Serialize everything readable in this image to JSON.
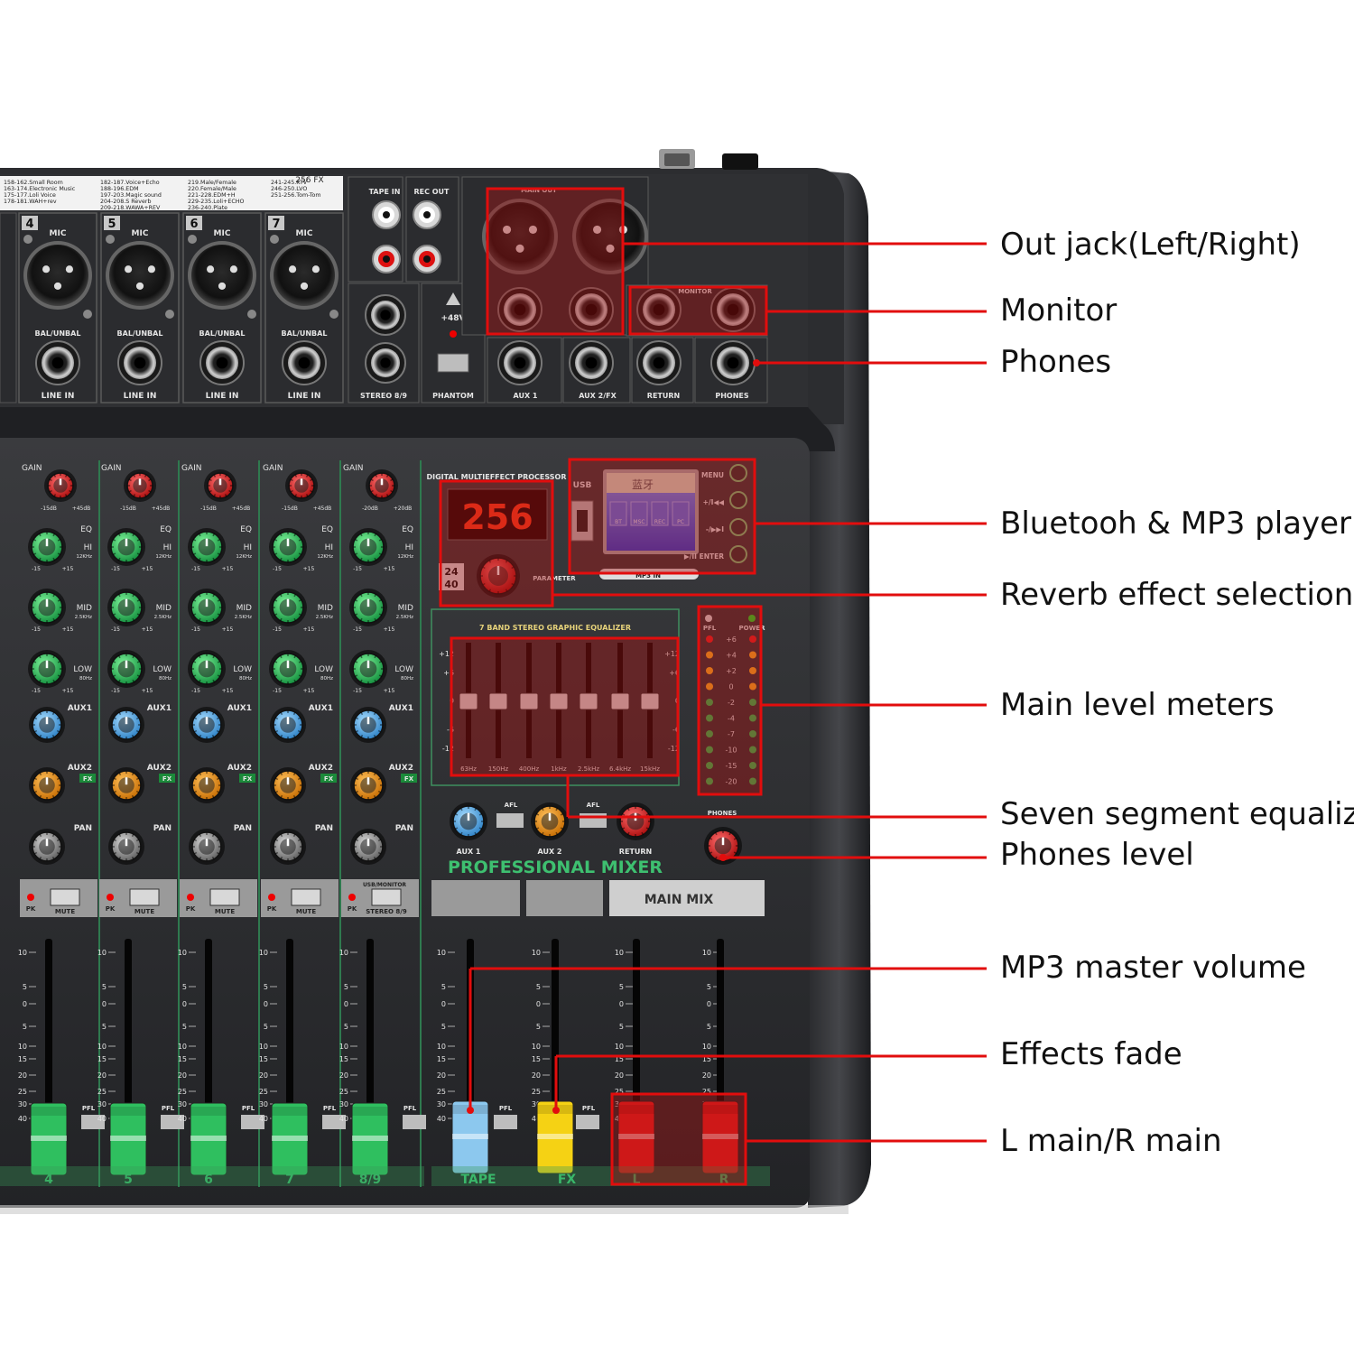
{
  "callouts": [
    {
      "id": "out_jack",
      "label": "Out jack(Left/Right)"
    },
    {
      "id": "monitor",
      "label": "Monitor"
    },
    {
      "id": "phones",
      "label": "Phones"
    },
    {
      "id": "bt_mp3",
      "label": "Bluetooh & MP3 player"
    },
    {
      "id": "reverb",
      "label": "Reverb effect selection"
    },
    {
      "id": "meters",
      "label": "Main level meters"
    },
    {
      "id": "eq7",
      "label": "Seven segment equalizer"
    },
    {
      "id": "phones_level",
      "label": "Phones level"
    },
    {
      "id": "mp3_master",
      "label": "MP3 master volume"
    },
    {
      "id": "fx_fade",
      "label": "Effects fade"
    },
    {
      "id": "lr_main",
      "label": "L main/R main"
    }
  ],
  "mixer": {
    "fx_list": [
      "158-162.Small Room",
      "163-174.Electronic Music",
      "175-177.Loli Voice",
      "178-181.WAH+rev",
      "182-187.Voice+Echo",
      "188-196.EDM",
      "197-203.Magic sound",
      "204-208.S Reverb",
      "209-218.WAWA+REV",
      "219.Male/Female",
      "220.Female/Male",
      "221-228.EDM+H",
      "229-235.Loli+ECHO",
      "236-240.Plate",
      "241-245.KTV",
      "246-250.LVO",
      "251-256.Tom-Tom"
    ],
    "fx_count": "256 FX",
    "channels": [
      {
        "num": "4",
        "mic": "MIC",
        "line": "LINE IN",
        "bal": "BAL/UNBAL",
        "strip": "4"
      },
      {
        "num": "5",
        "mic": "MIC",
        "line": "LINE IN",
        "bal": "BAL/UNBAL",
        "strip": "5"
      },
      {
        "num": "6",
        "mic": "MIC",
        "line": "LINE IN",
        "bal": "BAL/UNBAL",
        "strip": "6"
      },
      {
        "num": "7",
        "mic": "MIC",
        "line": "LINE IN",
        "bal": "BAL/UNBAL",
        "strip": "7"
      }
    ],
    "stereo": "STEREO 8/9",
    "stereo_strip": "8/9",
    "tape_in": "TAPE IN",
    "rec_out": "REC OUT",
    "main_out": "MAIN OUT",
    "monitor_label": "MONITOR",
    "phantom": "PHANTOM",
    "plus48": "+48V",
    "aux1_jack": "AUX 1",
    "aux2_jack": "AUX 2/FX",
    "return_jack": "RETURN",
    "phones_jack": "PHONES",
    "gain": "GAIN",
    "eq": "EQ",
    "hi": "HI",
    "hi_f": "12KHz",
    "mid": "MID",
    "mid_f": "2.5KHz",
    "low": "LOW",
    "low_f": "80Hz",
    "aux1": "AUX1",
    "aux2": "AUX2",
    "fx": "FX",
    "pan": "PAN",
    "pk": "PK",
    "mute": "MUTE",
    "pfl": "PFL",
    "usb_monitor": "USB/MONITOR",
    "dsp_title": "DIGITAL MULTIEFFECT PROCESSOR",
    "dsp_display": "256",
    "bits_top": "24",
    "bits_bottom": "40",
    "parameter": "PARAMETER",
    "usb": "USB",
    "player_buttons": [
      "MENU",
      "+/I◀◀",
      "-/▶▶I",
      "▶/II ENTER"
    ],
    "player_icons": [
      "BT",
      "MSC",
      "REC",
      "PC"
    ],
    "player_lcd": "蓝牙",
    "mp3_input": "MP3 IN",
    "eq_title": "7 BAND STEREO GRAPHIC EQUALIZER",
    "eq_bands": [
      "63Hz",
      "150Hz",
      "400Hz",
      "1kHz",
      "2.5kHz",
      "6.4kHz",
      "15kHz"
    ],
    "eq_scale": [
      "+12",
      "+6",
      "0",
      "-6",
      "-12"
    ],
    "meter_pfl": "PFL",
    "meter_power": "POWER",
    "meter_scale": [
      "+6",
      "+4",
      "+2",
      "0",
      "-2",
      "-4",
      "-7",
      "-10",
      "-15",
      "-20"
    ],
    "afl": "AFL",
    "aux1_master": "AUX 1",
    "aux2_master": "AUX 2",
    "return_master": "RETURN",
    "phones_knob": "PHONES",
    "brand": "PROFESSIONAL MIXER",
    "main_mix": "MAIN MIX",
    "tape": "TAPE",
    "fx_strip": "FX",
    "l": "L",
    "r": "R",
    "fader_scale": [
      "10",
      "5",
      "0",
      "5",
      "10",
      "15",
      "20",
      "25",
      "30",
      "40"
    ]
  }
}
